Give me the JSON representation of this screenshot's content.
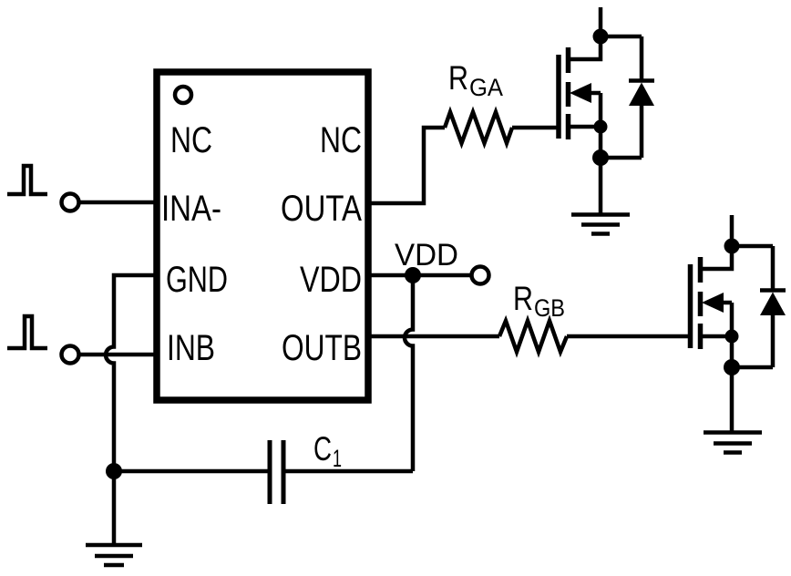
{
  "ic": {
    "pins_left": [
      "NC",
      "INA-",
      "GND",
      "INB"
    ],
    "pins_right": [
      "NC",
      "OUTA",
      "VDD",
      "OUTB"
    ]
  },
  "components": {
    "rga": {
      "ref": "R",
      "sub": "GA"
    },
    "rgb": {
      "ref": "R",
      "sub": "GB"
    },
    "c1": {
      "ref": "C",
      "sub": "1"
    }
  },
  "labels": {
    "vdd_rail": "VDD"
  },
  "colors": {
    "line": "#000000",
    "background": "#ffffff"
  }
}
